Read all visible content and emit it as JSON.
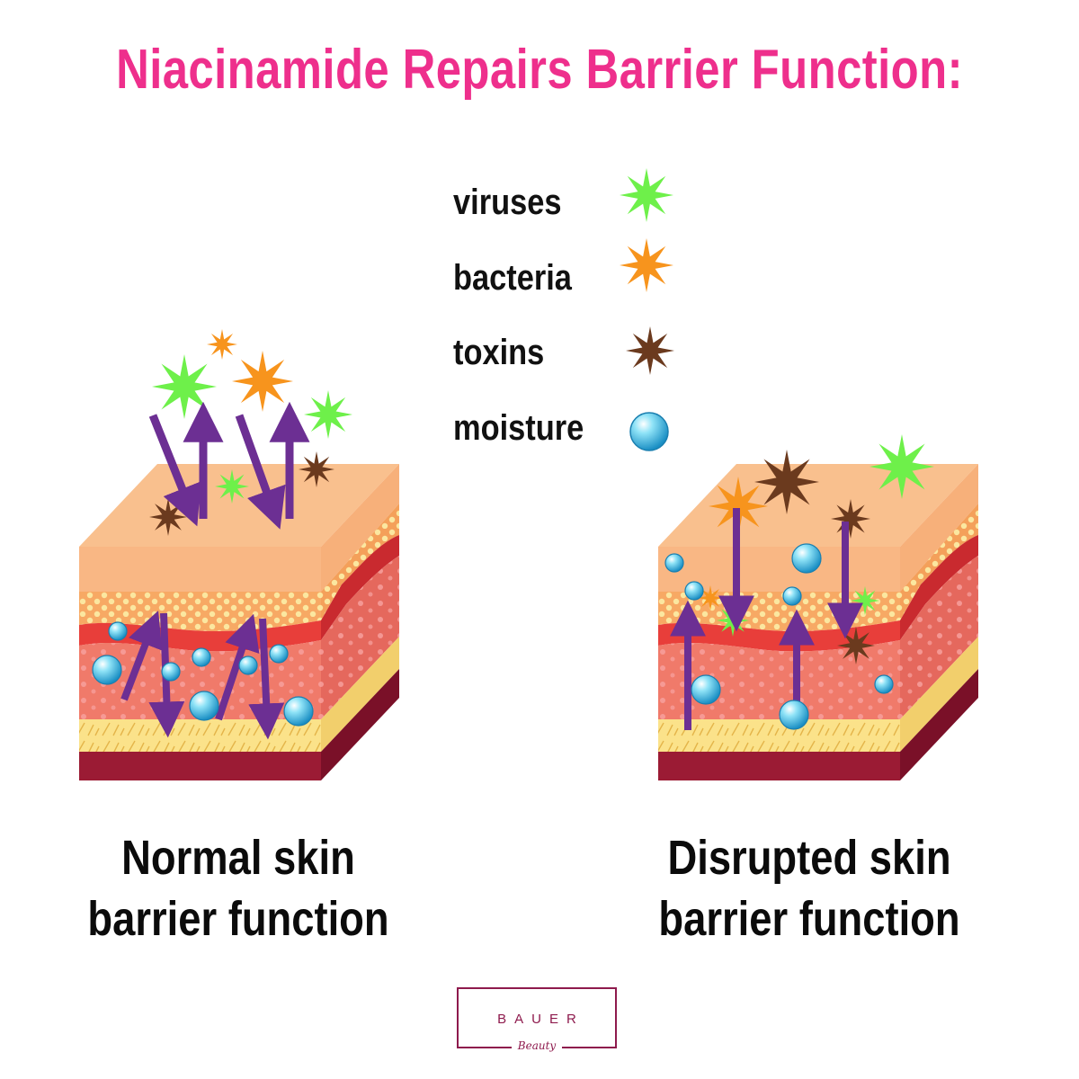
{
  "title": "Niacinamide Repairs Barrier Function:",
  "legend": [
    {
      "label": "viruses",
      "icon": "green-star-icon",
      "color": "#6ef04a"
    },
    {
      "label": "bacteria",
      "icon": "orange-star-icon",
      "color": "#f7941d"
    },
    {
      "label": "toxins",
      "icon": "brown-star-icon",
      "color": "#6b3a1e"
    },
    {
      "label": "moisture",
      "icon": "water-droplet-icon",
      "color": "#4dc3e8"
    }
  ],
  "captions": {
    "normal": {
      "line1": "Normal skin",
      "line2": "barrier function"
    },
    "disrupted": {
      "line1": "Disrupted skin",
      "line2": "barrier function"
    }
  },
  "logo": {
    "word": "BAUER",
    "script": "Beauty"
  },
  "colors": {
    "title": "#ee2f8c",
    "arrow": "#6c2f93",
    "skin_top": "#f8c08c",
    "skin_red": "#e8514a",
    "base": "#9b1b34"
  }
}
